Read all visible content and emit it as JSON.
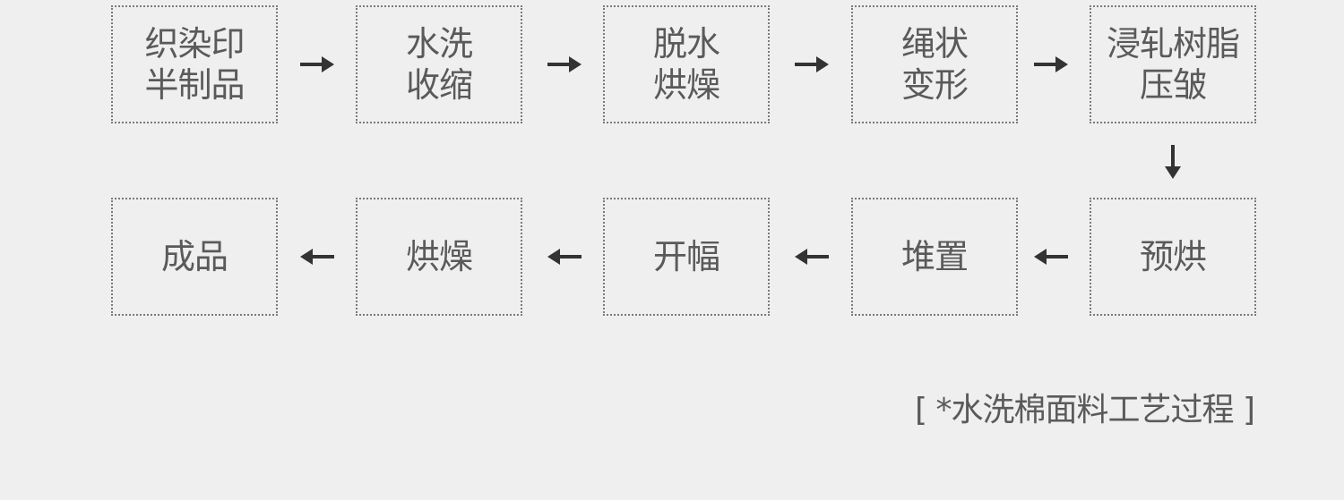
{
  "flow": {
    "steps": [
      {
        "lines": [
          "织染印",
          "半制品"
        ]
      },
      {
        "lines": [
          "水洗",
          "收缩"
        ]
      },
      {
        "lines": [
          "脱水",
          "烘燥"
        ]
      },
      {
        "lines": [
          "绳状",
          "变形"
        ]
      },
      {
        "lines": [
          "浸轧树脂",
          "压皱"
        ]
      },
      {
        "lines": [
          "预烘"
        ]
      },
      {
        "lines": [
          "堆置"
        ]
      },
      {
        "lines": [
          "开幅"
        ]
      },
      {
        "lines": [
          "烘燥"
        ]
      },
      {
        "lines": [
          "成品"
        ]
      }
    ],
    "arrow_color": "#333333",
    "border_color": "#7a7a7a"
  },
  "caption": {
    "text": "[ *水洗棉面料工艺过程 ]"
  }
}
